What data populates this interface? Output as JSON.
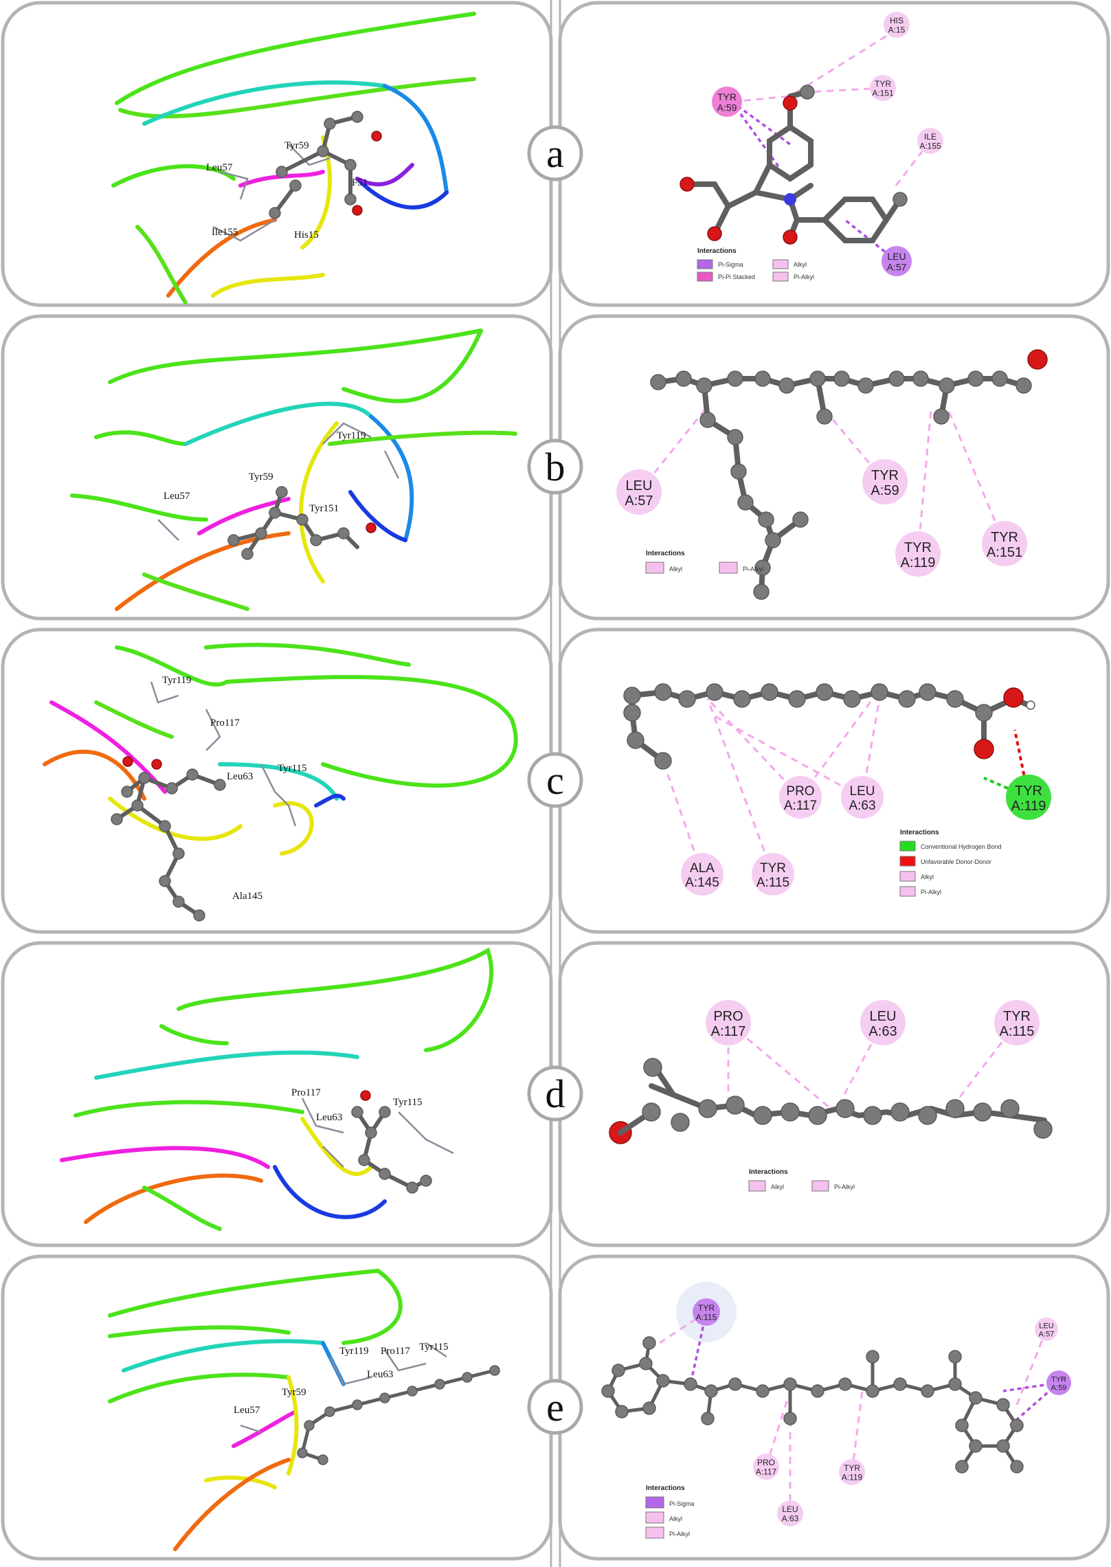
{
  "panels": [
    {
      "tag": "a",
      "left_residues": [
        "Tyr59",
        "Leu57",
        "F51",
        "Ile155",
        "His15"
      ],
      "residues": [
        {
          "name": "HIS",
          "id": "A:15",
          "color": "#f5cdf1"
        },
        {
          "name": "TYR",
          "id": "A:59",
          "color": "#ee7ed6"
        },
        {
          "name": "TYR",
          "id": "A:151",
          "color": "#f5cdf1"
        },
        {
          "name": "ILE",
          "id": "A:155",
          "color": "#f5cdf1"
        },
        {
          "name": "LEU",
          "id": "A:57",
          "color": "#c684ee"
        }
      ],
      "legend_title": "Interactions",
      "legend": [
        {
          "label": "Pi-Sigma",
          "color": "#b266e8"
        },
        {
          "label": "Alkyl",
          "color": "#f5c0ee"
        },
        {
          "label": "Pi-Pi Stacked",
          "color": "#e859c3"
        },
        {
          "label": "Pi-Alkyl",
          "color": "#f5c0ee"
        }
      ]
    },
    {
      "tag": "b",
      "left_residues": [
        "Tyr119",
        "Tyr59",
        "Leu57",
        "Tyr151"
      ],
      "residues": [
        {
          "name": "LEU",
          "id": "A:57",
          "color": "#f5cdf1"
        },
        {
          "name": "TYR",
          "id": "A:59",
          "color": "#f5cdf1"
        },
        {
          "name": "TYR",
          "id": "A:119",
          "color": "#f5cdf1"
        },
        {
          "name": "TYR",
          "id": "A:151",
          "color": "#f5cdf1"
        }
      ],
      "legend_title": "Interactions",
      "legend": [
        {
          "label": "Alkyl",
          "color": "#f5c0ee"
        },
        {
          "label": "Pi-Alkyl",
          "color": "#f5c0ee"
        }
      ]
    },
    {
      "tag": "c",
      "left_residues": [
        "Tyr119",
        "Pro117",
        "Leu63",
        "Tyr115",
        "Ala145"
      ],
      "residues": [
        {
          "name": "PRO",
          "id": "A:117",
          "color": "#f5cdf1"
        },
        {
          "name": "LEU",
          "id": "A:63",
          "color": "#f5cdf1"
        },
        {
          "name": "TYR",
          "id": "A:119",
          "color": "#3ee040"
        },
        {
          "name": "ALA",
          "id": "A:145",
          "color": "#f5cdf1"
        },
        {
          "name": "TYR",
          "id": "A:115",
          "color": "#f5cdf1"
        }
      ],
      "legend_title": "Interactions",
      "legend": [
        {
          "label": "Conventional Hydrogen Bond",
          "color": "#22dd22"
        },
        {
          "label": "Unfavorable Donor-Donor",
          "color": "#ee1111"
        },
        {
          "label": "Alkyl",
          "color": "#f5c0ee"
        },
        {
          "label": "Pi-Alkyl",
          "color": "#f5c0ee"
        }
      ]
    },
    {
      "tag": "d",
      "left_residues": [
        "Pro117",
        "Leu63",
        "Tyr115"
      ],
      "residues": [
        {
          "name": "PRO",
          "id": "A:117",
          "color": "#f5cdf1"
        },
        {
          "name": "LEU",
          "id": "A:63",
          "color": "#f5cdf1"
        },
        {
          "name": "TYR",
          "id": "A:115",
          "color": "#f5cdf1"
        }
      ],
      "legend_title": "Interactions",
      "legend": [
        {
          "label": "Alkyl",
          "color": "#f5c0ee"
        },
        {
          "label": "Pi-Alkyl",
          "color": "#f5c0ee"
        }
      ]
    },
    {
      "tag": "e",
      "left_residues": [
        "Tyr119",
        "Pro117",
        "Tyr115",
        "Leu63",
        "Tyr59",
        "Leu57"
      ],
      "residues": [
        {
          "name": "TYR",
          "id": "A:115",
          "color": "#c684ee"
        },
        {
          "name": "LEU",
          "id": "A:57",
          "color": "#f5cdf1"
        },
        {
          "name": "TYR",
          "id": "A:59",
          "color": "#c684ee"
        },
        {
          "name": "PRO",
          "id": "A:117",
          "color": "#f5cdf1"
        },
        {
          "name": "TYR",
          "id": "A:119",
          "color": "#f5cdf1"
        },
        {
          "name": "LEU",
          "id": "A:63",
          "color": "#f5cdf1"
        }
      ],
      "legend_title": "Interactions",
      "legend": [
        {
          "label": "Pi-Sigma",
          "color": "#b266e8"
        },
        {
          "label": "Alkyl",
          "color": "#f5c0ee"
        },
        {
          "label": "Pi-Alkyl",
          "color": "#f5c0ee"
        }
      ]
    }
  ]
}
